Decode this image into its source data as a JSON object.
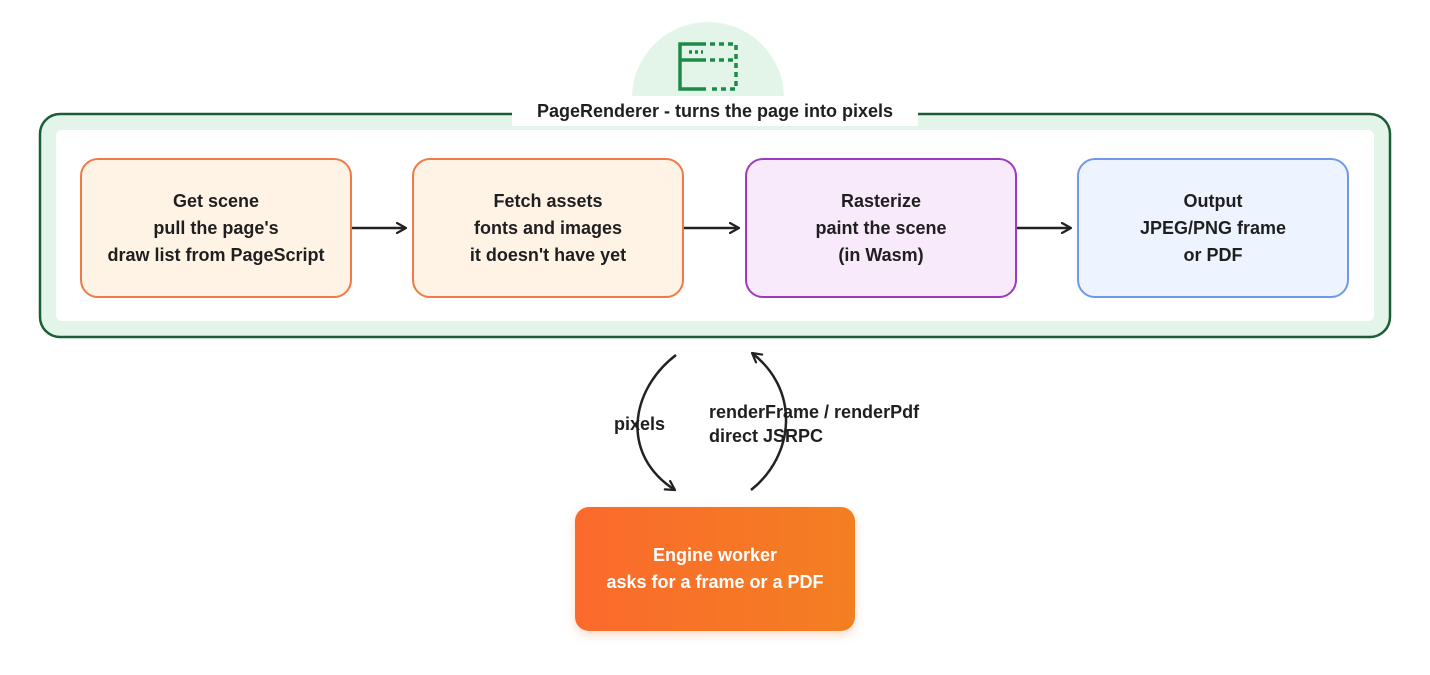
{
  "container": {
    "title": "PageRenderer - turns the page into pixels",
    "icon": "browser-window-icon"
  },
  "steps": [
    {
      "title": "Get scene",
      "lines": [
        "pull the page's",
        "draw list from PageScript"
      ]
    },
    {
      "title": "Fetch assets",
      "lines": [
        "fonts and images",
        "it doesn't have yet"
      ]
    },
    {
      "title": "Rasterize",
      "lines": [
        "paint the scene",
        "(in Wasm)"
      ]
    },
    {
      "title": "Output",
      "lines": [
        "JPEG/PNG frame",
        "or PDF"
      ]
    }
  ],
  "return_label": "pixels",
  "call_label": [
    "renderFrame / renderPdf",
    "direct JSRPC"
  ],
  "engine": {
    "title": "Engine worker",
    "subtitle": "asks for a frame or a PDF"
  },
  "colors": {
    "container_border": "#1b5e35",
    "container_fill": "#e3f5e9",
    "icon_green": "#1e8a47",
    "step_orange_border": "#f07a45",
    "step_orange_fill": "#fff3e6",
    "step_purple_border": "#9b3bbf",
    "step_purple_fill": "#f8e9fb",
    "step_blue_border": "#6f98ec",
    "step_blue_fill": "#eef4ff",
    "engine_start": "#fb6a2c",
    "engine_end": "#f37f22",
    "arrow": "#222222"
  }
}
